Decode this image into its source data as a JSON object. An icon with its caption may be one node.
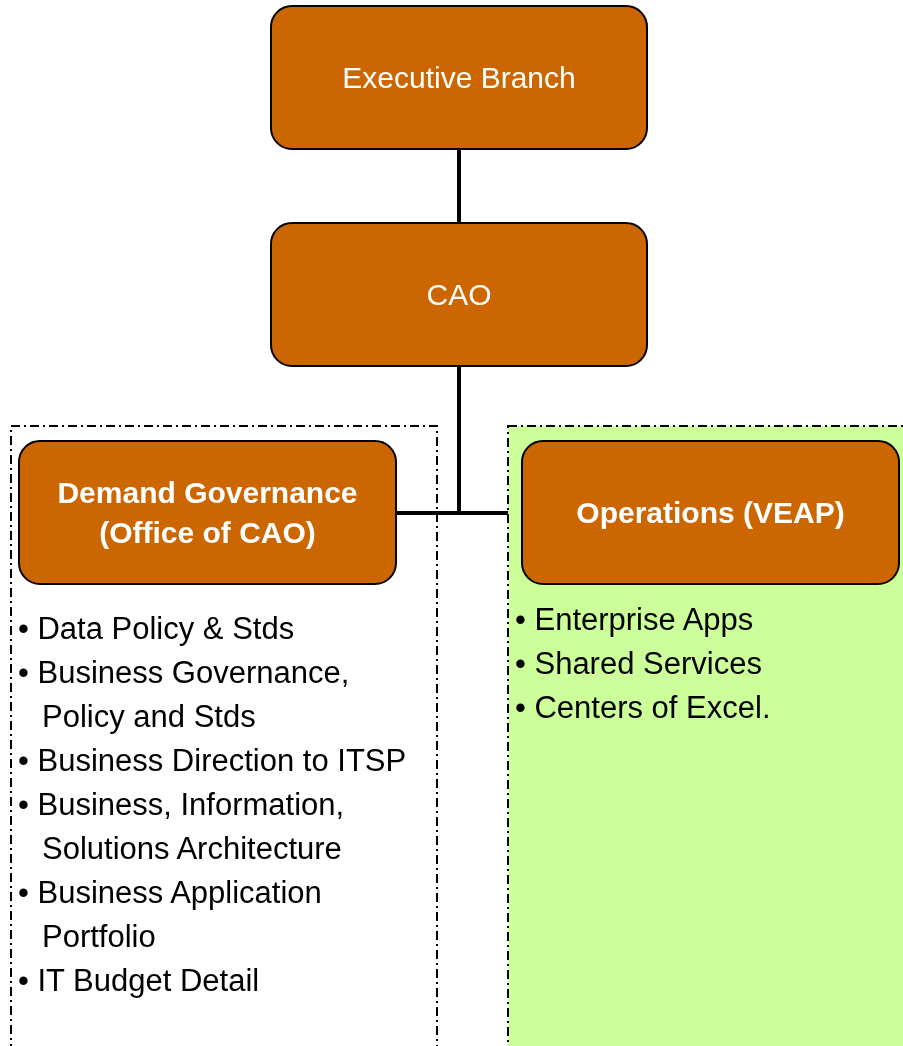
{
  "diagram": {
    "nodes": [
      {
        "text": [
          "Executive Branch"
        ]
      },
      {
        "text": [
          "CAO"
        ]
      },
      {
        "text": [
          "• Data Policy & Stds",
          "• Business Governance, Policy and Stds",
          "• Business Direction to ITSP",
          "• Business, Information, Solutions Architecture",
          "• Business Application Portfolio",
          "• IT Budget Detail"
        ]
      },
      {
        "text": [
          "Demand Governance (Office of CAO)"
        ],
        "in": 2
      },
      {
        "text": [
          "• Enterprise Apps",
          "• Shared Services",
          "• Centers of Excel."
        ]
      },
      {
        "text": [
          "Operations (VEAP)"
        ],
        "in": 4
      }
    ],
    "edges": [
      {
        "from": 0,
        "to": 1,
        "arrow": "none"
      },
      {
        "from": 1,
        "to": 3,
        "arrow": "none"
      },
      {
        "from": 1,
        "to": 5,
        "arrow": "none"
      }
    ]
  }
}
